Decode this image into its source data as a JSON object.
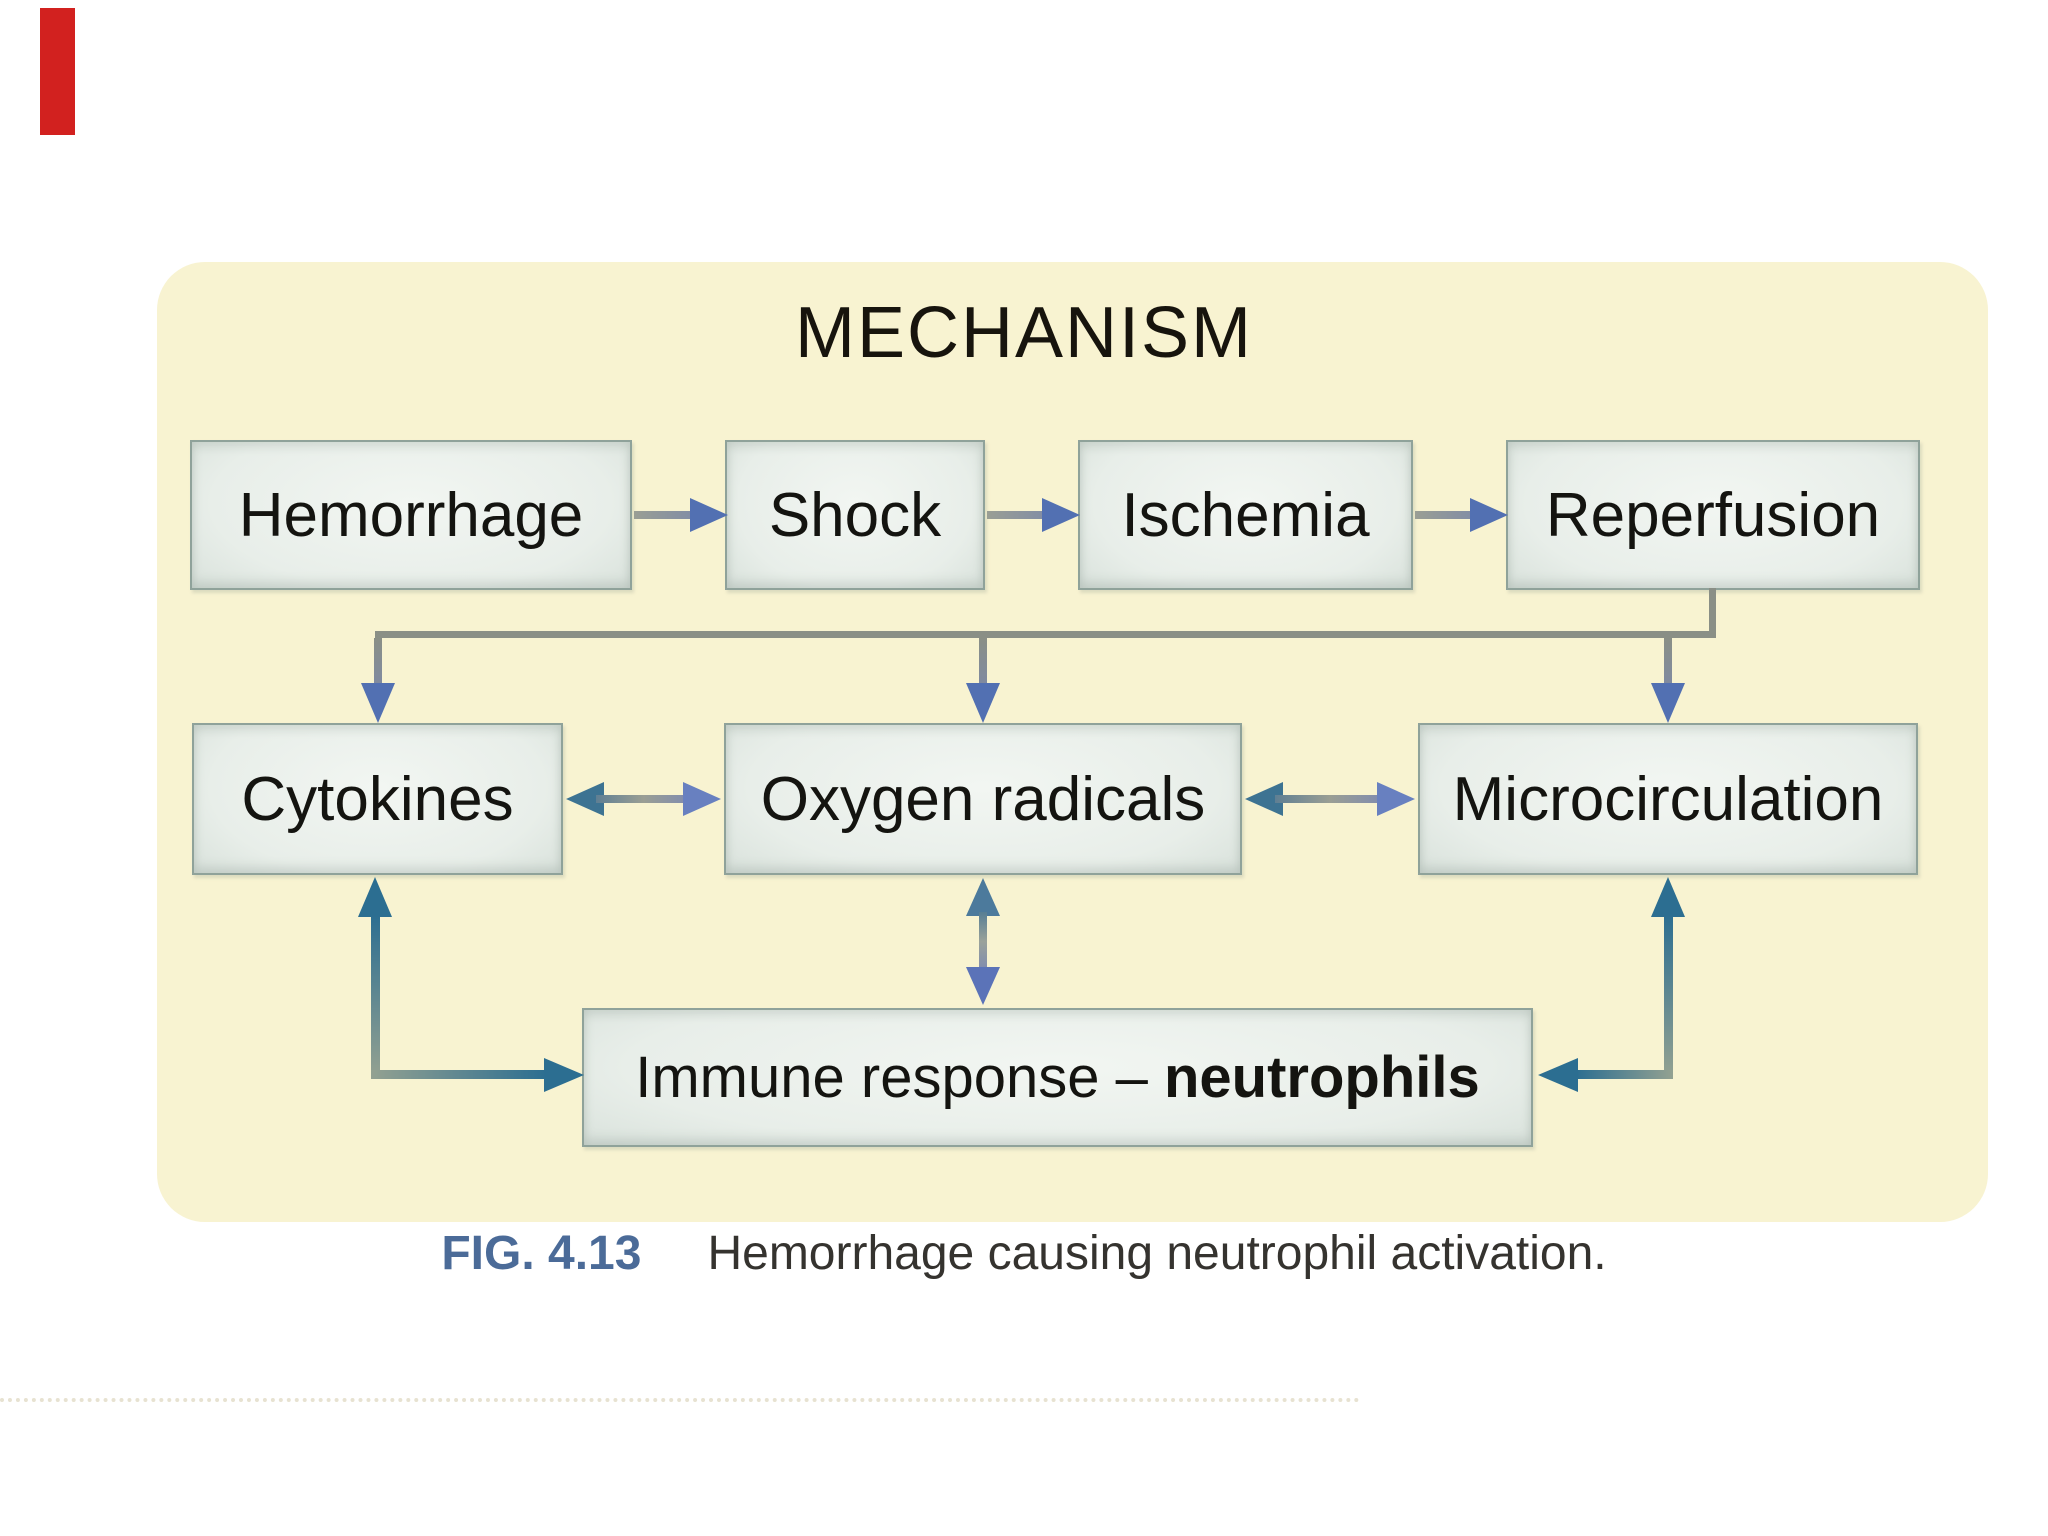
{
  "figure": {
    "title": "MECHANISM",
    "caption": {
      "label": "FIG. 4.13",
      "text": "Hemorrhage causing neutrophil activation."
    },
    "nodes": {
      "hemorrhage": "Hemorrhage",
      "shock": "Shock",
      "ischemia": "Ischemia",
      "reperfusion": "Reperfusion",
      "cytokines": "Cytokines",
      "oxygen_radicals": "Oxygen radicals",
      "microcirculation": "Microcirculation",
      "immune_prefix": "Immune response – ",
      "immune_bold": "neutrophils"
    },
    "edges": [
      {
        "from": "Hemorrhage",
        "to": "Shock",
        "type": "arrow"
      },
      {
        "from": "Shock",
        "to": "Ischemia",
        "type": "arrow"
      },
      {
        "from": "Ischemia",
        "to": "Reperfusion",
        "type": "arrow"
      },
      {
        "from": "Reperfusion",
        "to": "Cytokines",
        "type": "arrow"
      },
      {
        "from": "Reperfusion",
        "to": "Oxygen radicals",
        "type": "arrow"
      },
      {
        "from": "Reperfusion",
        "to": "Microcirculation",
        "type": "arrow"
      },
      {
        "from": "Cytokines",
        "to": "Oxygen radicals",
        "type": "double-arrow"
      },
      {
        "from": "Oxygen radicals",
        "to": "Microcirculation",
        "type": "double-arrow"
      },
      {
        "from": "Oxygen radicals",
        "to": "Immune response – neutrophils",
        "type": "double-arrow"
      },
      {
        "from": "Cytokines",
        "to": "Immune response – neutrophils",
        "type": "double-arrow"
      },
      {
        "from": "Microcirculation",
        "to": "Immune response – neutrophils",
        "type": "double-arrow"
      }
    ],
    "colors": {
      "panel_background": "#f8f3d1",
      "node_fill_center": "#f2f6f2",
      "node_fill_edge": "#9aaca5",
      "node_border": "#8fa29a",
      "arrow_shaft_gray": "#8a8f86",
      "arrowhead_blue": "#5270b2",
      "arrowhead_teal": "#2c6e91",
      "caption_label_blue": "#4b6b98",
      "red_marker": "#d2211f",
      "text": "#141410"
    }
  }
}
